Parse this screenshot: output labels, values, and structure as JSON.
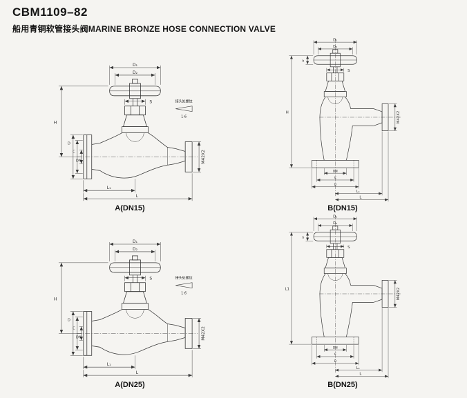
{
  "page": {
    "title": "CBM1109–82",
    "subtitle": "船用青铜软管接头阀MARINE BRONZE HOSE CONNECTION VALVE"
  },
  "dims": {
    "d1": "D₁",
    "d2": "D₂",
    "s": "S",
    "b": "b",
    "d": "D",
    "c": "C",
    "dn": "DN",
    "l": "L",
    "l1": "L₁",
    "thread": "M42X2",
    "thread_note": "接头处螺纹",
    "taper": "1:6"
  },
  "figures": [
    {
      "caption": "A(DN15)",
      "type": "A",
      "left_dim": "H"
    },
    {
      "caption": "B(DN15)",
      "type": "B",
      "left_dim": "H"
    },
    {
      "caption": "A(DN25)",
      "type": "A",
      "left_dim": "H"
    },
    {
      "caption": "B(DN25)",
      "type": "B",
      "left_dim": "L1"
    }
  ]
}
